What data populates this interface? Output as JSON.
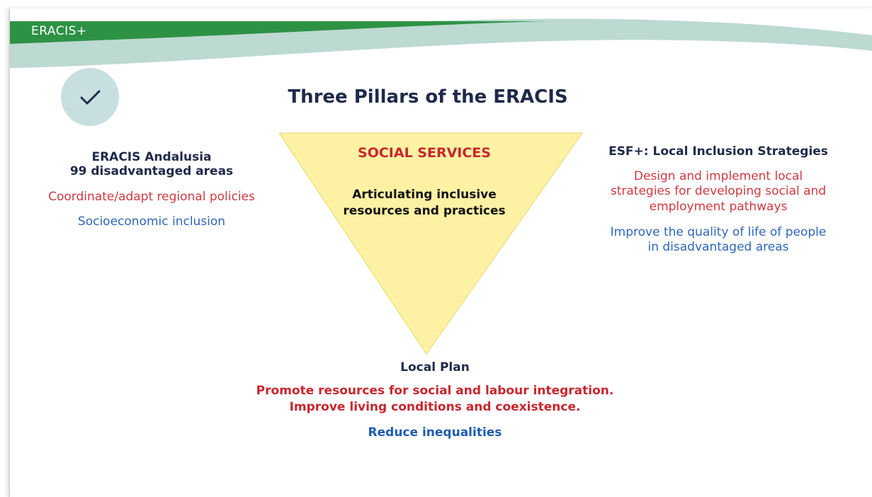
{
  "header": {
    "label": "ERACIS+",
    "colors": {
      "green": "#2e9245",
      "light_teal": "#bcd9d2"
    }
  },
  "icon": {
    "name": "checkmark-icon",
    "bg_color": "#c8dfe0",
    "stroke_color": "#1f2a4a"
  },
  "title": "Three Pillars of the ERACIS",
  "triangle": {
    "fill": "#fdf2a4",
    "heading": "SOCIAL SERVICES",
    "body": "Articulating inclusive resources and practices"
  },
  "left": {
    "heading_line1": "ERACIS Andalusia",
    "heading_line2": "99 disadvantaged areas",
    "red_text": "Coordinate/adapt regional policies",
    "blue_text": "Socioeconomic inclusion"
  },
  "right": {
    "heading": "ESF+: Local Inclusion Strategies",
    "red_text": "Design and implement local\nstrategies for developing social and\nemployment pathways",
    "blue_text": "Improve the quality of life of people\nin disadvantaged areas"
  },
  "bottom": {
    "heading": "Local Plan",
    "red_text": "Promote resources for social and labour integration.\nImprove living conditions and coexistence.",
    "blue_text": "Reduce inequalities"
  }
}
